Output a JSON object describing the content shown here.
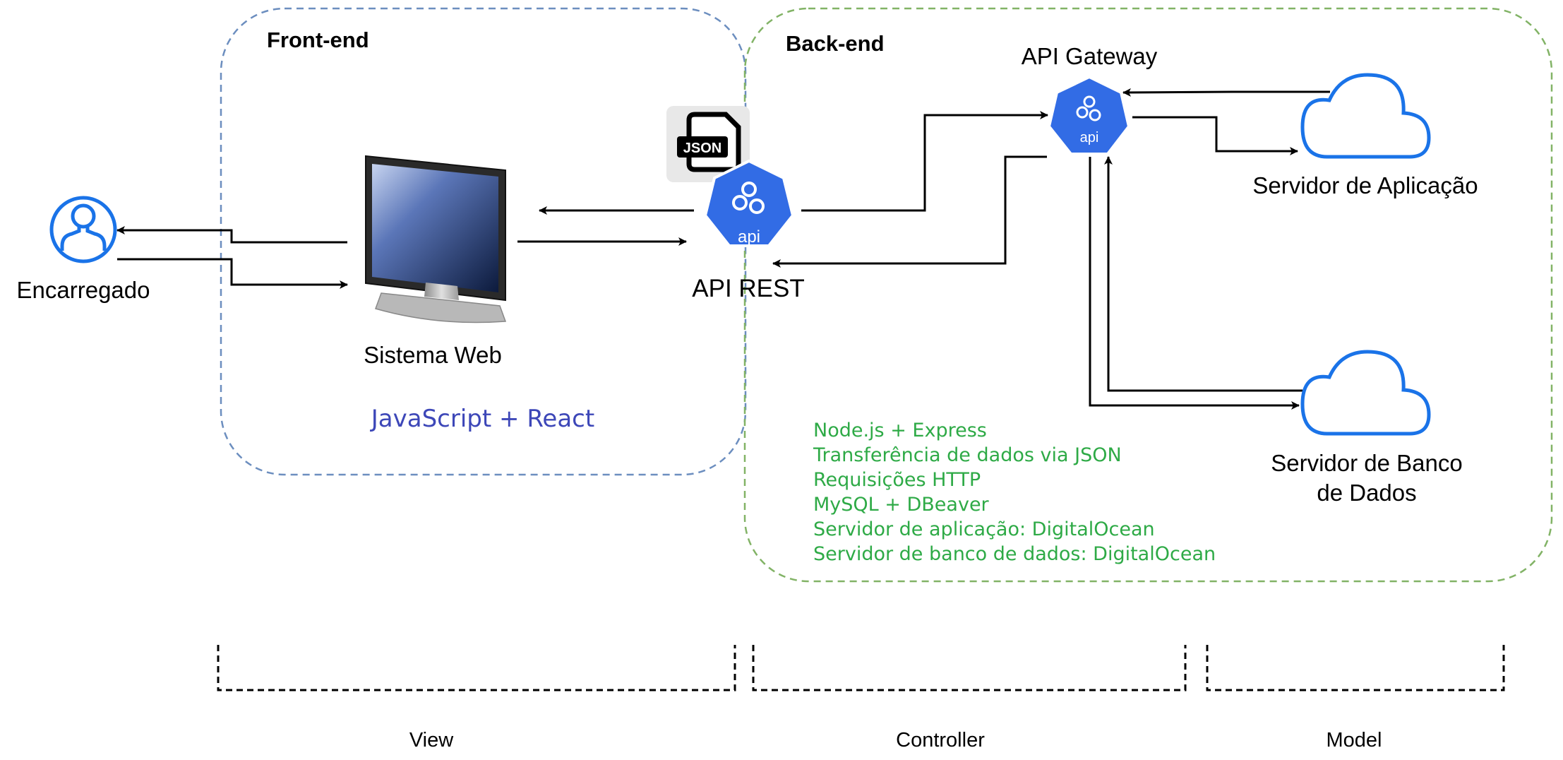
{
  "groups": {
    "frontend": {
      "title": "Front-end",
      "tech": "JavaScript + React",
      "border_color": "#6c8ebf"
    },
    "backend": {
      "title": "Back-end",
      "border_color": "#82b366",
      "notes": [
        "Node.js + Express",
        "Transferência de dados via JSON",
        "Requisições HTTP",
        "MySQL + DBeaver",
        "Servidor de aplicação: DigitalOcean",
        "Servidor de banco de dados: DigitalOcean"
      ]
    }
  },
  "nodes": {
    "user": {
      "label": "Encarregado",
      "icon": "user-icon"
    },
    "web_system": {
      "label": "Sistema Web",
      "icon": "monitor-icon"
    },
    "json": {
      "label": "JSON",
      "icon": "json-file-icon"
    },
    "api_rest": {
      "label": "API REST",
      "badge": "api",
      "icon": "api-heptagon-icon"
    },
    "api_gateway": {
      "label": "API Gateway",
      "badge": "api",
      "icon": "api-heptagon-icon"
    },
    "app_server": {
      "label": "Servidor de Aplicação",
      "icon": "cloud-icon"
    },
    "db_server": {
      "label_line1": "Servidor de Banco",
      "label_line2": "de Dados",
      "icon": "cloud-icon"
    }
  },
  "layers": [
    "View",
    "Controller",
    "Model"
  ],
  "colors": {
    "accent_blue": "#1a73e8",
    "api_blue": "#326ce5",
    "tech_frontend": "#3d47b8",
    "tech_backend": "#2eaa46",
    "arrow": "#000000"
  }
}
